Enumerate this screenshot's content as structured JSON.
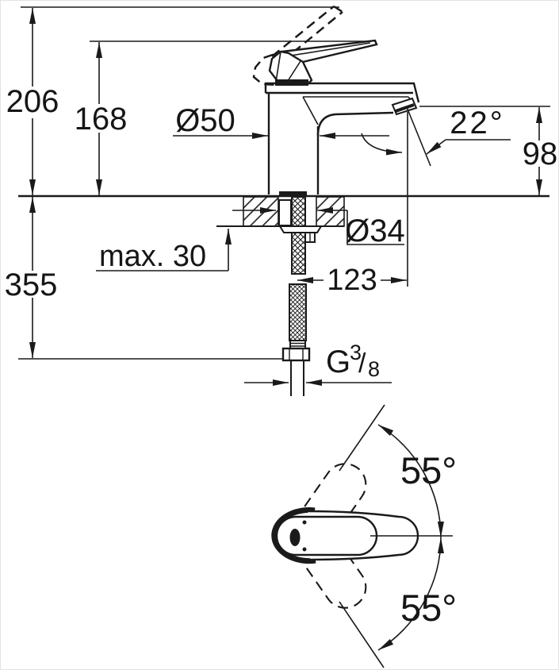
{
  "page": {
    "background": "#ffffff",
    "line_color": "#1a1a1a",
    "border_color": "#e2e2e2",
    "kind": "technical dimension drawing"
  },
  "drawing": {
    "side_view": {
      "overall_height": "206",
      "height_to_handle": "168",
      "body_diameter": "Ø50",
      "spout_angle": "22°",
      "outlet_height": "98",
      "max_mounting_thickness": "max. 30",
      "mounting_hole_diameter": "Ø34",
      "height_below_deck": "355",
      "spout_reach": "123",
      "thread": {
        "prefix": "G",
        "numerator": "3",
        "slash": "/",
        "denominator": "8"
      }
    },
    "top_view": {
      "handle_swivel_upper": "55°",
      "handle_swivel_lower": "55°"
    }
  }
}
